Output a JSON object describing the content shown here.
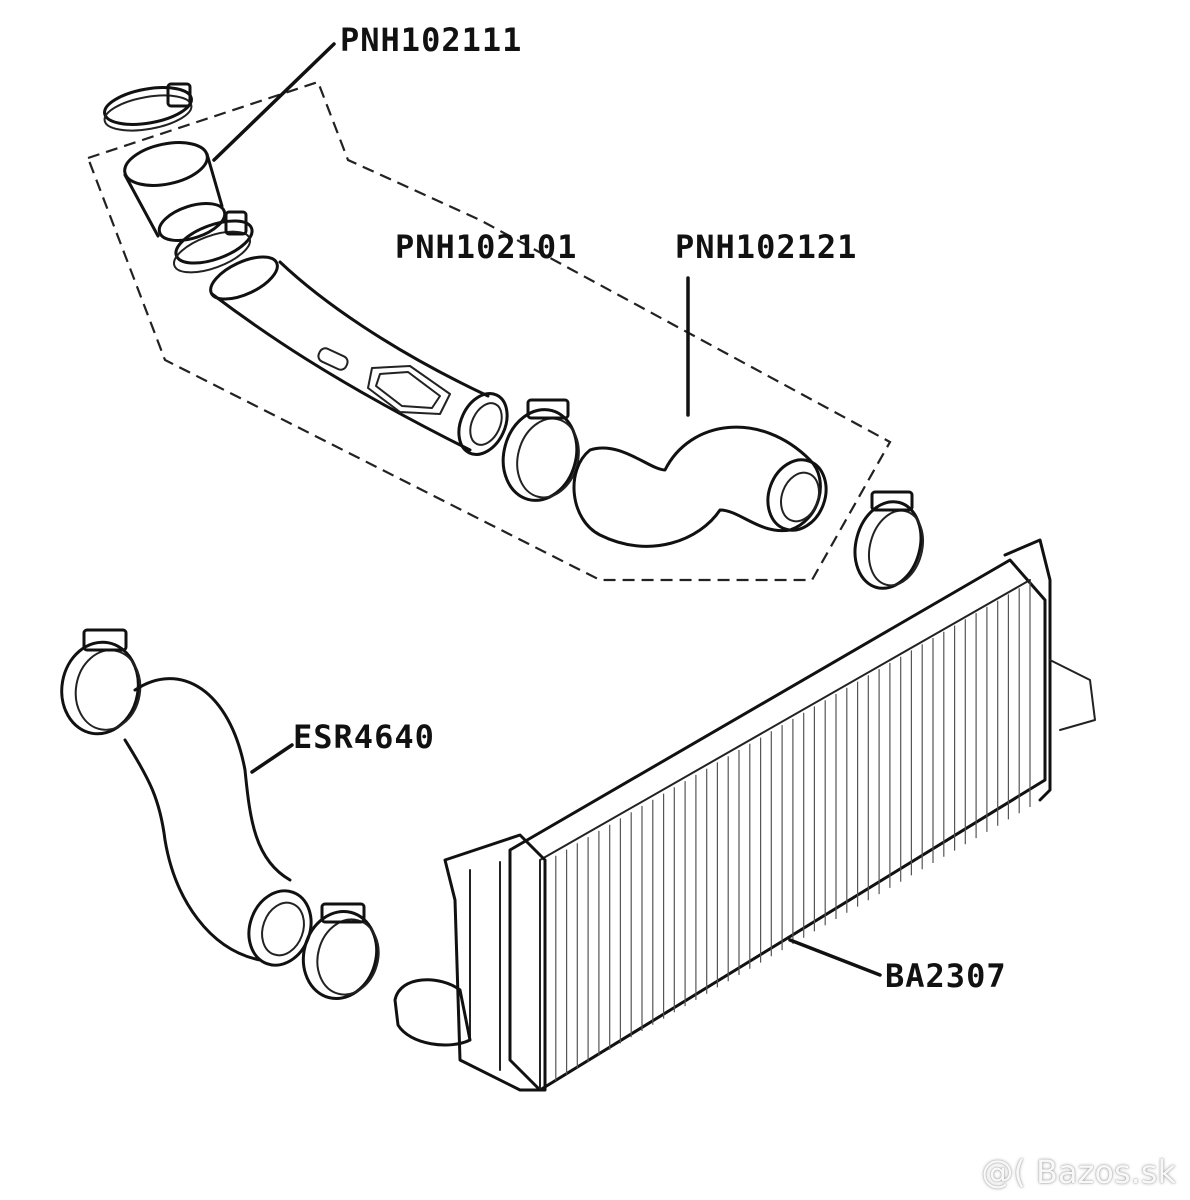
{
  "parts": [
    {
      "id": "pnh102111",
      "label": "PNH102111"
    },
    {
      "id": "pnh102101",
      "label": "PNH102101"
    },
    {
      "id": "pnh102121",
      "label": "PNH102121"
    },
    {
      "id": "esr4640",
      "label": "ESR4640"
    },
    {
      "id": "ba2307",
      "label": "BA2307"
    }
  ],
  "watermark": "@( Bazos.sk"
}
